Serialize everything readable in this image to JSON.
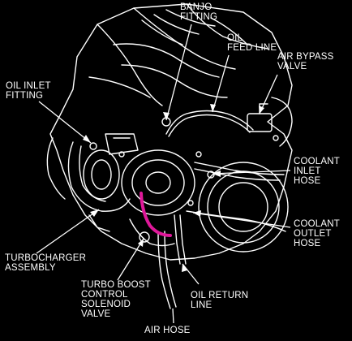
{
  "diagram": {
    "labels": {
      "banjo_fitting": [
        "BANJO",
        "FITTING"
      ],
      "oil_feed_line": [
        "OIL",
        "FEED LINE"
      ],
      "air_bypass_valve": [
        "AIR BYPASS",
        "VALVE"
      ],
      "oil_inlet_fitting": [
        "OIL INLET",
        "FITTING"
      ],
      "coolant_inlet_hose": [
        "COOLANT",
        "INLET",
        "HOSE"
      ],
      "coolant_outlet_hose": [
        "COOLANT",
        "OUTLET",
        "HOSE"
      ],
      "turbocharger_assembly": [
        "TURBOCHARGER",
        "ASSEMBLY"
      ],
      "turbo_boost_control_solenoid_valve": [
        "TURBO BOOST",
        "CONTROL",
        "SOLENOID",
        "VALVE"
      ],
      "oil_return_line": [
        "OIL RETURN",
        "LINE"
      ],
      "air_hose": [
        "AIR HOSE"
      ]
    },
    "colors": {
      "background": "#000000",
      "linework": "#ffffff",
      "highlight_hose": "#e0189a"
    }
  }
}
